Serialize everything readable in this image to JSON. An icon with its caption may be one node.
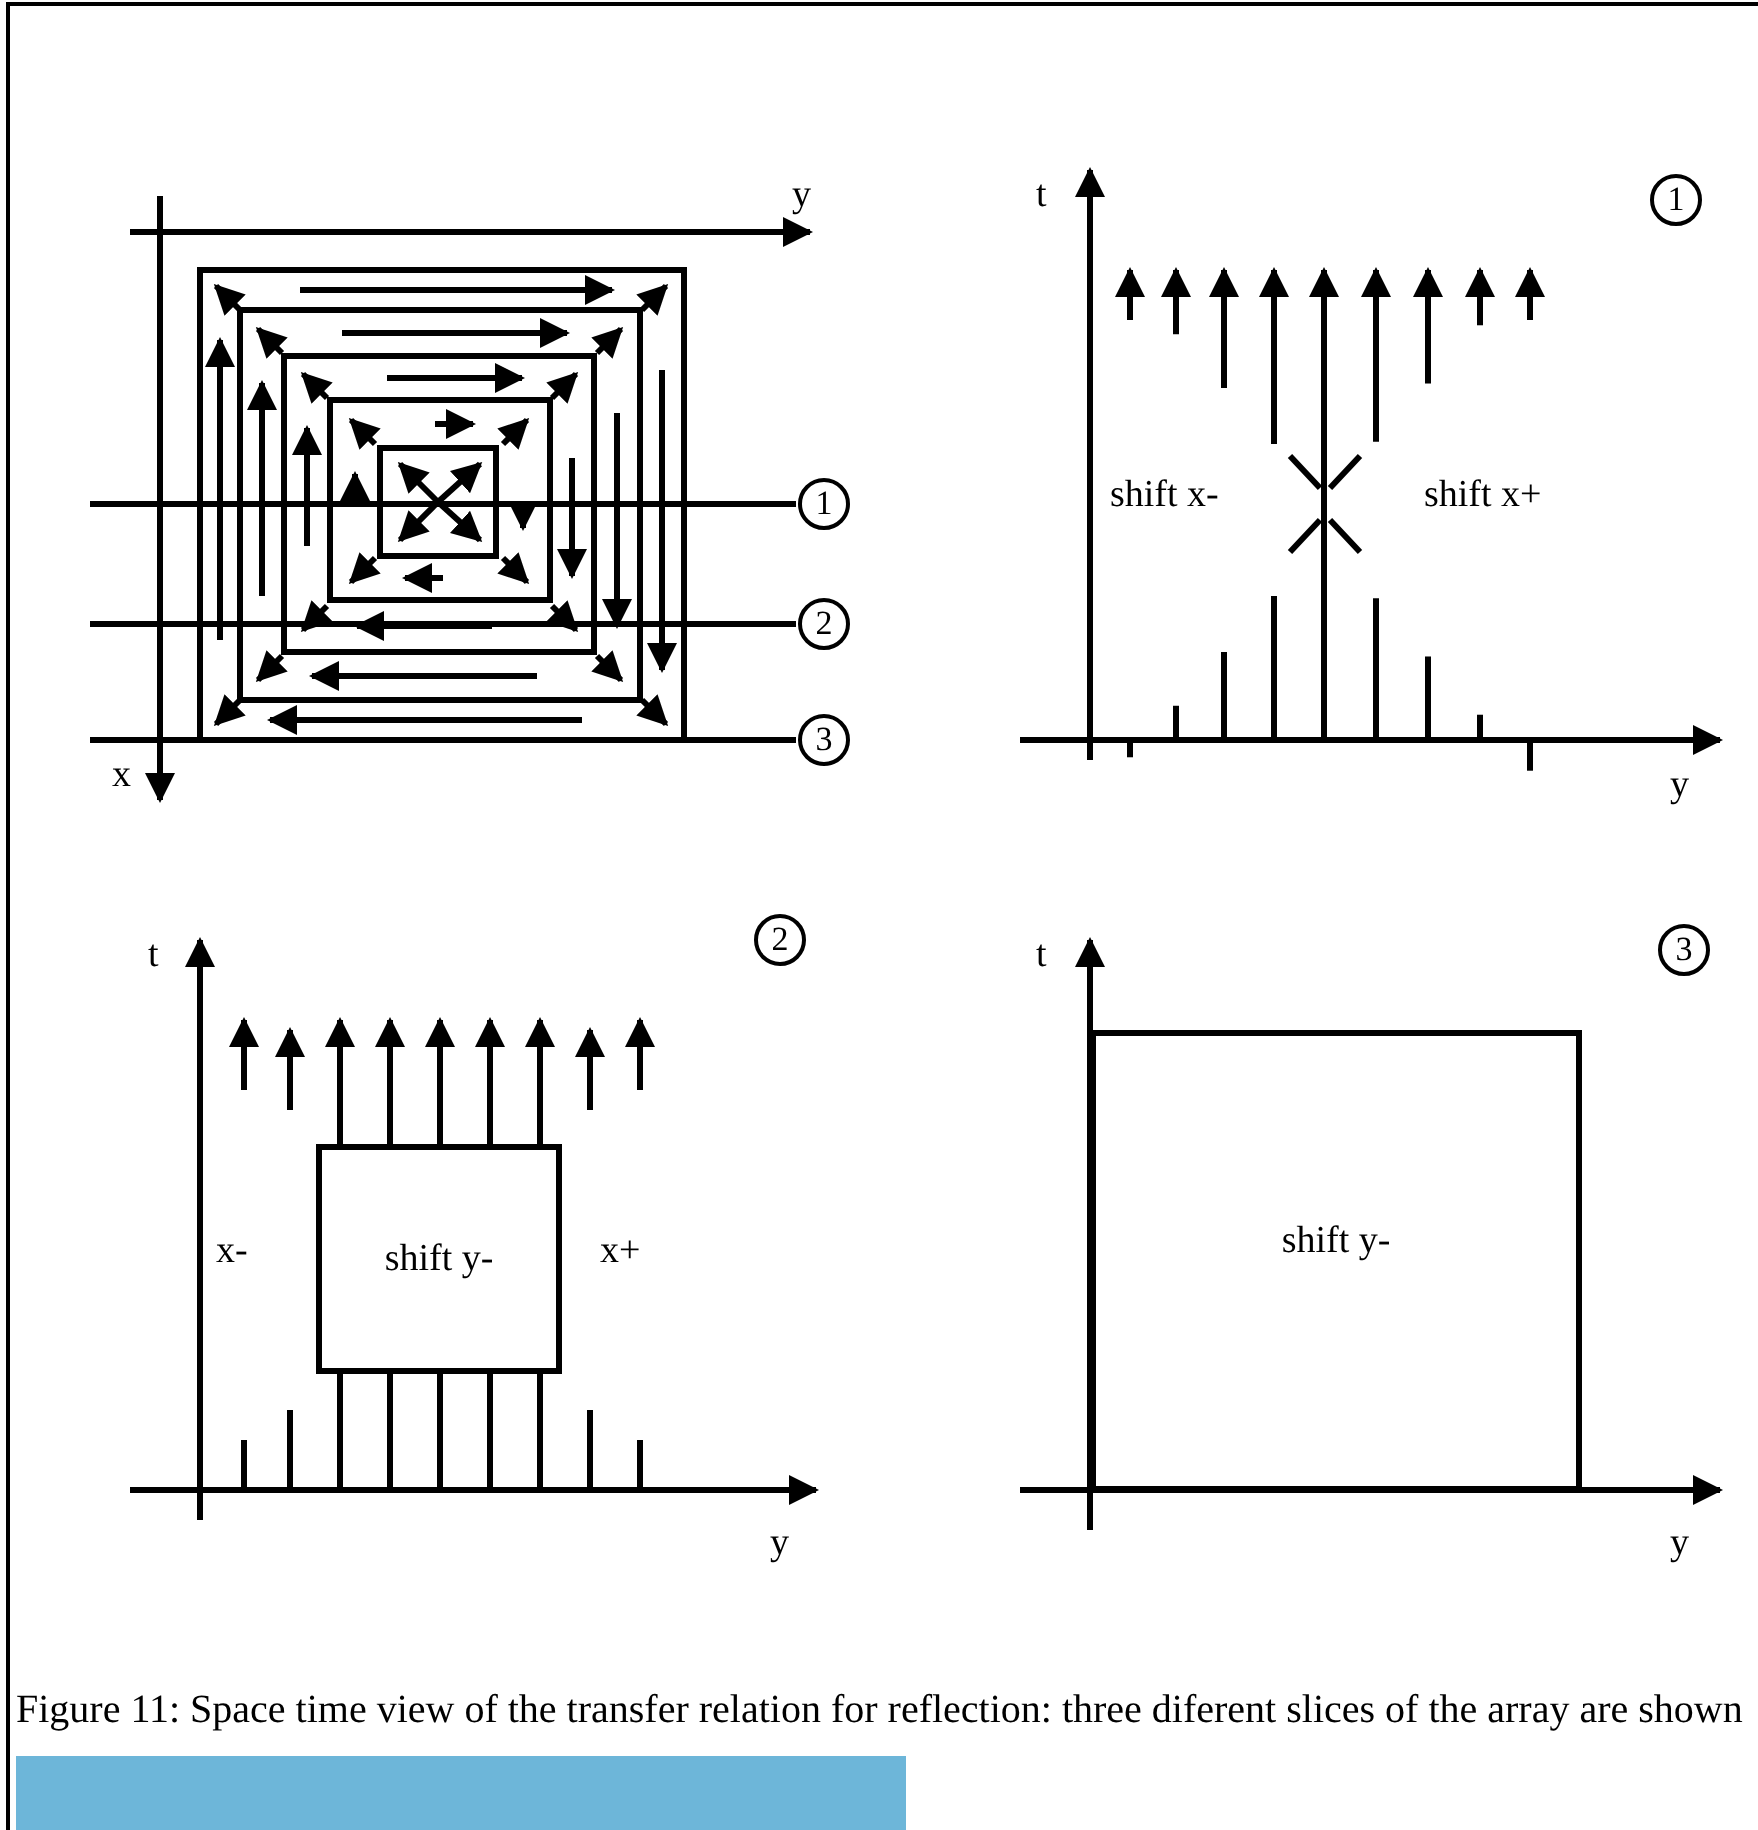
{
  "diagram": {
    "caption": "Figure 11: Space time view of the transfer relation for reflection: three diferent slices of the array are shown",
    "nodes": [
      {
        "text": [
          "1"
        ]
      },
      {
        "text": [
          "2"
        ]
      },
      {
        "text": [
          "3"
        ]
      },
      {
        "text": [
          "1"
        ]
      },
      {
        "text": [
          "2"
        ]
      },
      {
        "text": [
          "3"
        ]
      },
      {
        "text": [
          "shift y-"
        ]
      },
      {
        "text": [
          "shift y-"
        ]
      }
    ],
    "labels": [
      "y",
      "x",
      "t",
      "shift x-",
      "shift x+",
      "y",
      "t",
      "x-",
      "x+",
      "y",
      "t",
      "y"
    ]
  }
}
